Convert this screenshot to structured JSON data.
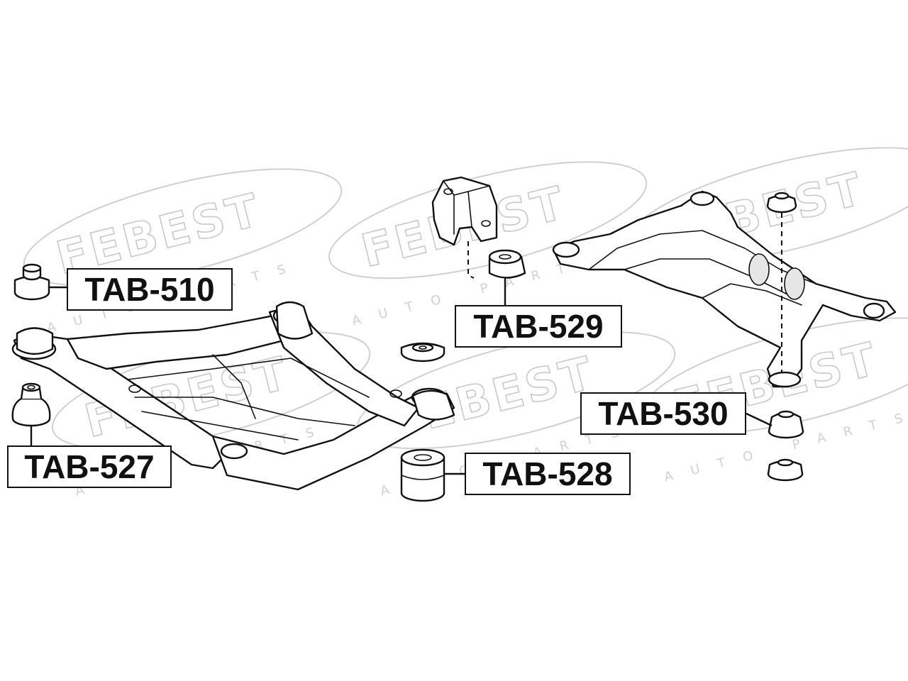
{
  "watermark": {
    "brand": "FEBEST",
    "tagline": "AUTO PARTS"
  },
  "labels": {
    "tab_510": "TAB-510",
    "tab_527": "TAB-527",
    "tab_528": "TAB-528",
    "tab_529": "TAB-529",
    "tab_530": "TAB-530"
  },
  "colors": {
    "line": "#111111",
    "background": "#ffffff",
    "watermark": "#c9c9c9"
  }
}
